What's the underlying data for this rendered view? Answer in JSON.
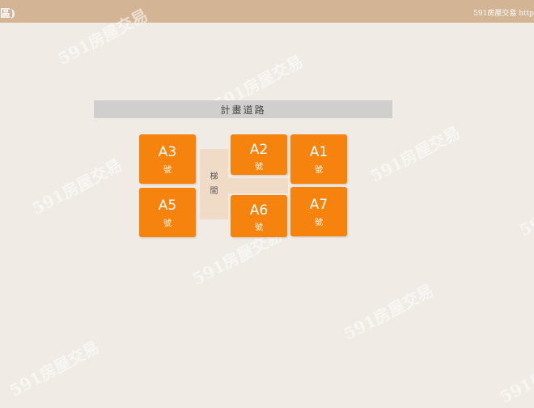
{
  "header": {
    "left_text": "區)",
    "right_text": "591房屋交易 http"
  },
  "watermark_text": "591房屋交易",
  "plan": {
    "road_label": "計畫道路",
    "stair_label_line1": "梯",
    "stair_label_line2": "間",
    "unit_suffix": "號",
    "units": {
      "a3": "A3",
      "a2": "A2",
      "a1": "A1",
      "a5": "A5",
      "a6": "A6",
      "a7": "A7"
    }
  },
  "colors": {
    "header_bar": "#d3b596",
    "background": "#f0ebe4",
    "unit_fill": "#f5830d",
    "corridor_fill": "#f0dcc6",
    "road_fill": "#d0cfcd"
  }
}
